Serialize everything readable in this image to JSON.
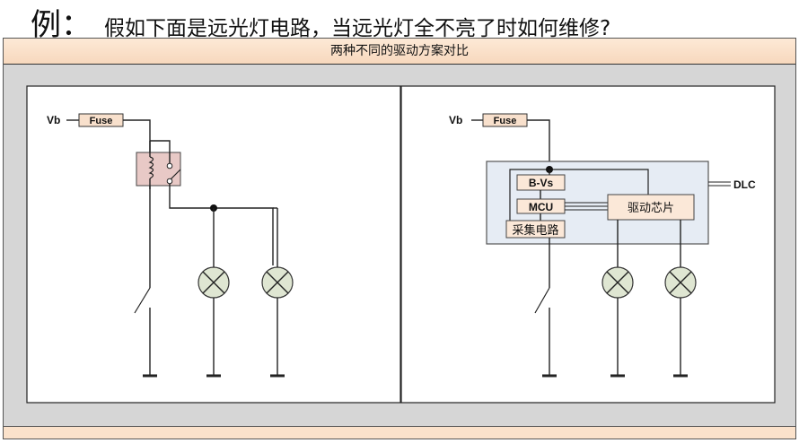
{
  "heading": {
    "example_label": "例：",
    "question": "假如下面是远光灯电路，当远光灯全不亮了时如何维修?"
  },
  "banner": {
    "title": "两种不同的驱动方案对比"
  },
  "left_diagram": {
    "supply_label": "Vb",
    "fuse_label": "Fuse",
    "components": [
      "relay",
      "lamp",
      "lamp",
      "switch",
      "ground",
      "ground",
      "ground"
    ]
  },
  "right_diagram": {
    "supply_label": "Vb",
    "fuse_label": "Fuse",
    "module_blocks": {
      "bvs": "B-Vs",
      "mcu": "MCU",
      "sense": "采集电路",
      "driver": "驱动芯片"
    },
    "dlc_label": "DLC",
    "components": [
      "controller-module",
      "lamp",
      "lamp",
      "switch",
      "ground",
      "ground",
      "ground"
    ]
  },
  "colors": {
    "banner_bg": "#fbe2cb",
    "frame_bg": "#d6d6d6",
    "relay_fill": "#e8c9c6",
    "module_fill": "#e6ecf4",
    "block_fill": "#fbe8d8",
    "lamp_fill": "#dfe6d2"
  }
}
